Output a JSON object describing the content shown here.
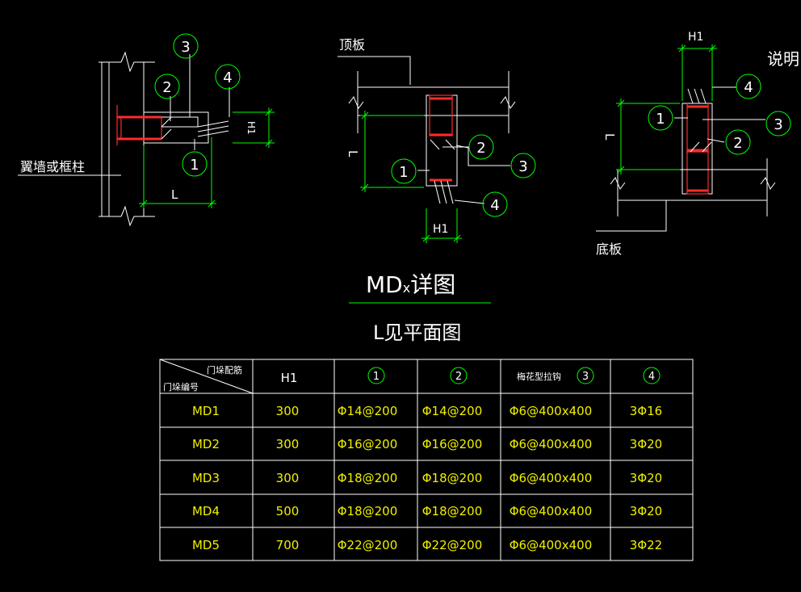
{
  "title": {
    "main": "MD",
    "sub_x": "x",
    "main_suffix": "详图",
    "subtitle": "L见平面图"
  },
  "note_label": "说明:",
  "left_detail": {
    "wall_label": "翼墙或框柱",
    "dim_L": "L",
    "dim_H1": "H1",
    "callouts": [
      "1",
      "2",
      "3",
      "4"
    ]
  },
  "mid_detail": {
    "top_label": "顶板",
    "dim_L": "L",
    "dim_H1": "H1",
    "callouts": [
      "1",
      "2",
      "3",
      "4"
    ]
  },
  "right_detail": {
    "bottom_label": "底板",
    "dim_L": "L",
    "dim_H1": "H1",
    "callouts": [
      "1",
      "2",
      "3",
      "4"
    ]
  },
  "table": {
    "corner_top": "门垛配筋",
    "corner_bottom": "门垛编号",
    "headers": [
      "H1",
      "1",
      "2",
      "梅花型拉钩",
      "3",
      "4"
    ],
    "rows": [
      {
        "id": "MD1",
        "h1": "300",
        "c1": "Φ14@200",
        "c2": "Φ14@200",
        "c3": "Φ6@400x400",
        "c4": "3Φ16"
      },
      {
        "id": "MD2",
        "h1": "300",
        "c1": "Φ16@200",
        "c2": "Φ16@200",
        "c3": "Φ6@400x400",
        "c4": "3Φ20"
      },
      {
        "id": "MD3",
        "h1": "300",
        "c1": "Φ18@200",
        "c2": "Φ18@200",
        "c3": "Φ6@400x400",
        "c4": "3Φ20"
      },
      {
        "id": "MD4",
        "h1": "500",
        "c1": "Φ18@200",
        "c2": "Φ18@200",
        "c3": "Φ6@400x400",
        "c4": "3Φ20"
      },
      {
        "id": "MD5",
        "h1": "700",
        "c1": "Φ22@200",
        "c2": "Φ22@200",
        "c3": "Φ6@400x400",
        "c4": "3Φ22"
      }
    ]
  },
  "colors": {
    "background": "#000000",
    "line": "#ffffff",
    "dimension": "#00ff00",
    "rebar": "#ff2a2a",
    "concrete": "#e8e800",
    "table_text": "#f0f000"
  }
}
